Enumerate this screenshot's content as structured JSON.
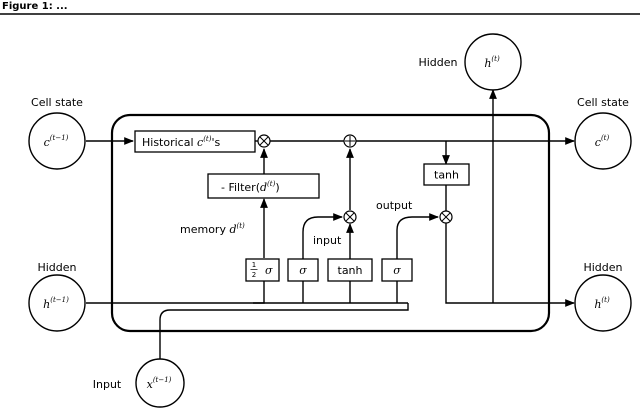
{
  "header": {
    "text": "Figure 1: ..."
  },
  "external_labels": {
    "cell_state_in": "Cell state",
    "cell_state_out": "Cell state",
    "hidden_in": "Hidden",
    "hidden_out": "Hidden",
    "hidden_top": "Hidden",
    "input": "Input"
  },
  "nodes": {
    "c_prev": {
      "base": "c",
      "sup": "(t−1)"
    },
    "h_prev": {
      "base": "h",
      "sup": "(t−1)"
    },
    "x_prev": {
      "base": "x",
      "sup": "(t−1)"
    },
    "c_out": {
      "base": "c",
      "sup": "(t)"
    },
    "h_out": {
      "base": "h",
      "sup": "(t)"
    },
    "h_top": {
      "base": "h",
      "sup": "(t)"
    }
  },
  "boxes": {
    "historical": {
      "prefix": "Historical ",
      "math": "c",
      "sup": "(t)",
      "suffix": "'s"
    },
    "filter": {
      "prefix": "- Filter(",
      "math": "d",
      "sup": "(t)",
      "suffix": ")"
    },
    "tanh_out": "tanh",
    "half_sigma": {
      "num": "1",
      "den": "2",
      "sym": "σ"
    },
    "sigma_input": "σ",
    "tanh_input": "tanh",
    "sigma_output": "σ"
  },
  "gate_labels": {
    "memory": "memory ",
    "memory_math": "d",
    "memory_sup": "(t)",
    "input": "input",
    "output": "output"
  },
  "operators": {
    "multiply": "×",
    "add": "+"
  },
  "colors": {
    "stroke": "#000000",
    "background": "#ffffff"
  }
}
